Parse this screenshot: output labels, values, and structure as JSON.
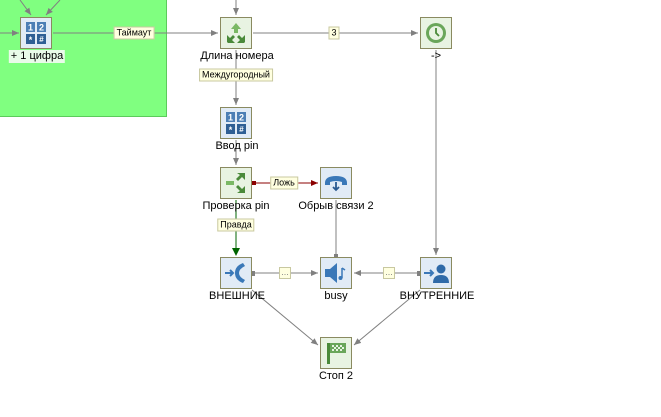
{
  "diagram": {
    "group": {
      "color": "#80ff80"
    },
    "nodes": {
      "plus_digit": {
        "label": "+ 1 цифра",
        "icon": "keypad-icon"
      },
      "number_length": {
        "label": "Длина номера",
        "icon": "branch-arrows-icon"
      },
      "timer": {
        "label": "->",
        "icon": "clock-icon"
      },
      "pin_input": {
        "label": "Ввод pin",
        "icon": "keypad-icon"
      },
      "pin_check": {
        "label": "Проверка pin",
        "icon": "condition-split-icon"
      },
      "hangup": {
        "label": "Обрыв связи 2",
        "icon": "hangup-phone-icon"
      },
      "external": {
        "label": "ВНЕШНИЕ",
        "icon": "incoming-call-icon"
      },
      "busy": {
        "label": "busy",
        "icon": "speaker-music-icon"
      },
      "internal": {
        "label": "ВНУТРЕННИЕ",
        "icon": "transfer-user-icon"
      },
      "stop": {
        "label": "Стоп 2",
        "icon": "finish-flag-icon"
      }
    },
    "edges": {
      "timeout": {
        "label": "Таймаут"
      },
      "three": {
        "label": "3"
      },
      "long_distance": {
        "label": "Междугородный"
      },
      "false": {
        "label": "Ложь",
        "color": "#8b0000"
      },
      "true": {
        "label": "Правда",
        "color": "#006400"
      },
      "busy_from_external": {
        "label": "..."
      },
      "busy_from_internal": {
        "label": "..."
      }
    },
    "colors": {
      "edge": "#808080",
      "node_border": "#8a8a60",
      "green_icon": "#5a9a4a",
      "blue_icon": "#3a78b8"
    }
  }
}
